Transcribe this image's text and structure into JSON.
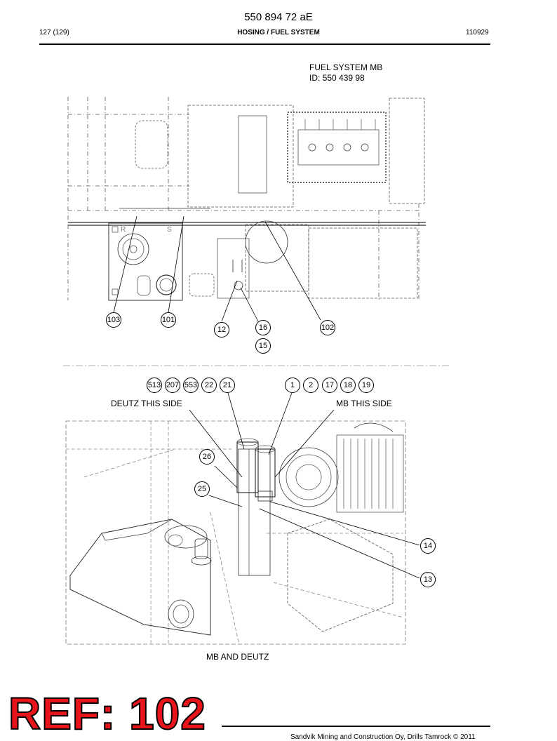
{
  "header": {
    "doc_number": "550 894 72 aE",
    "page": "127 (129)",
    "section": "HOSING / FUEL SYSTEM",
    "date_code": "110929"
  },
  "figure_top": {
    "title_line1": "FUEL SYSTEM MB",
    "title_line2": "ID:  550 439 98",
    "callouts": [
      "103",
      "101",
      "12",
      "16",
      "15",
      "102"
    ]
  },
  "figure_bottom": {
    "callouts_left": [
      "513",
      "207",
      "553",
      "22",
      "21"
    ],
    "callouts_right": [
      "1",
      "2",
      "17",
      "18",
      "19"
    ],
    "label_left": "DEUTZ THIS SIDE",
    "label_right": "MB THIS SIDE",
    "callouts_side": [
      "26",
      "25",
      "14",
      "13"
    ],
    "caption": "MB AND DEUTZ"
  },
  "stamp": {
    "text": "REF: 102",
    "color": "#e8141c"
  },
  "footer": {
    "text": "Sandvik Mining and Construction Oy, Drills Tamrock © 2011"
  }
}
